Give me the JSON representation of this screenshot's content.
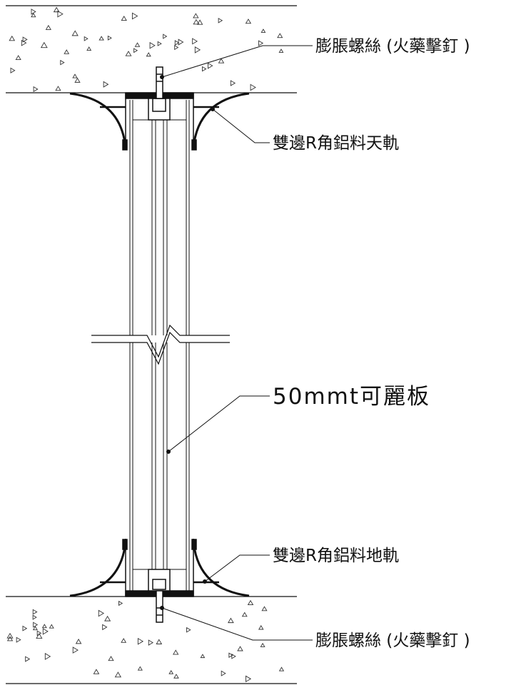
{
  "labels": {
    "anchor_top": "膨脹螺絲 (火藥擊釘 )",
    "ceiling_track": "雙邊R角鋁料天軌",
    "panel": "50mmt可麗板",
    "floor_track": "雙邊R角鋁料地軌",
    "anchor_bottom": "膨脹螺絲 (火藥擊釘 )"
  },
  "colors": {
    "line": "#111111",
    "hatch": "#333333",
    "background": "#ffffff"
  }
}
